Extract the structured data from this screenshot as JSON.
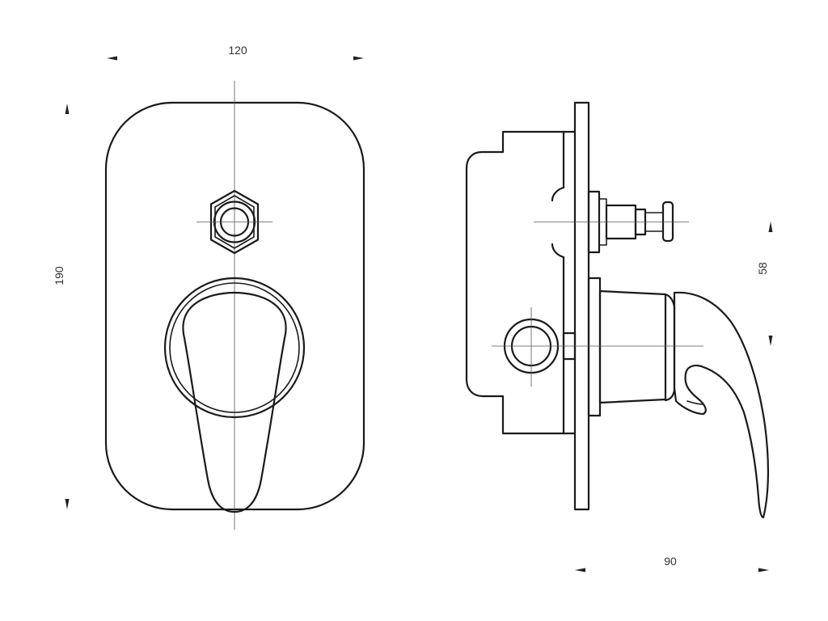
{
  "front_view": {
    "width_label": "120",
    "height_label": "190"
  },
  "side_view": {
    "depth_label": "90",
    "offset_label": "58"
  },
  "colors": {
    "line": "#1a1a1a",
    "center_line": "#555555",
    "background": "#ffffff"
  }
}
